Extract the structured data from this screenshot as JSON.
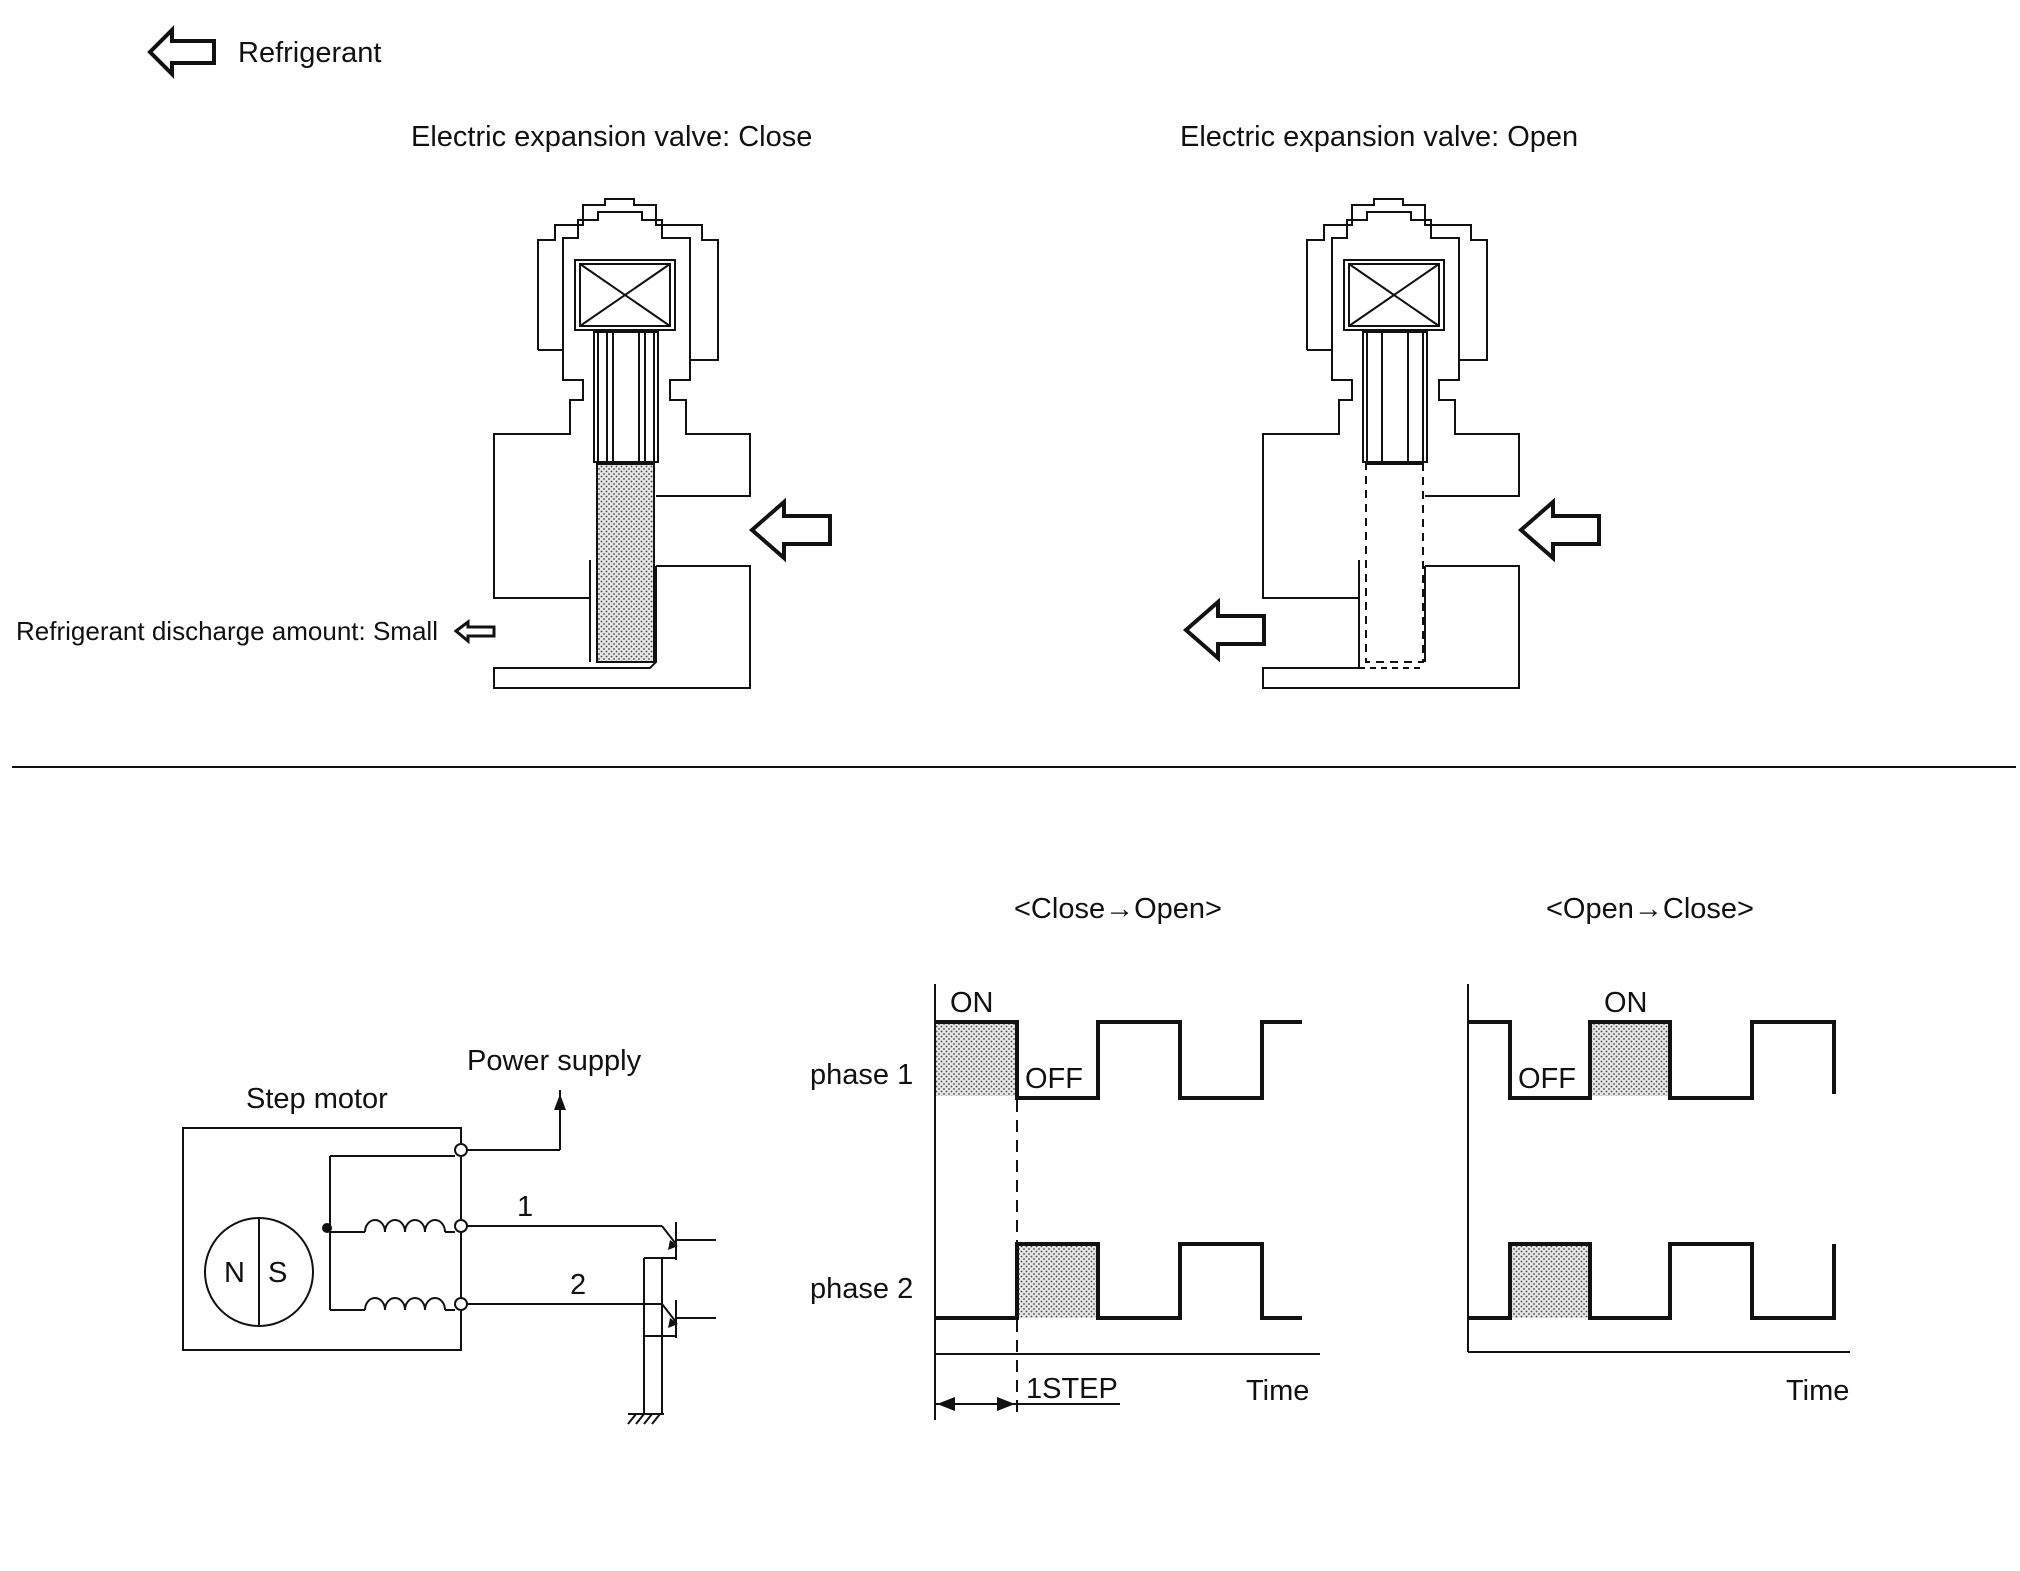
{
  "legend": {
    "label": "Refrigerant",
    "icon": "left-arrow-icon"
  },
  "valves": {
    "close": {
      "title": "Electric expansion valve: Close"
    },
    "open": {
      "title": "Electric expansion valve: Open"
    },
    "discharge_label": "Refrigerant discharge amount: Small"
  },
  "motor": {
    "title": "Step motor",
    "power_supply": "Power supply",
    "wire1": "1",
    "wire2": "2",
    "pole_n": "N",
    "pole_s": "S"
  },
  "timing": {
    "close_open": {
      "title": "<Close→Open>"
    },
    "open_close": {
      "title": "<Open→Close>"
    },
    "phase1": "phase 1",
    "phase2": "phase 2",
    "on": "ON",
    "off": "OFF",
    "step": "1STEP",
    "time": "Time"
  },
  "colors": {
    "line": "#111111",
    "fill": "#cccccc"
  }
}
